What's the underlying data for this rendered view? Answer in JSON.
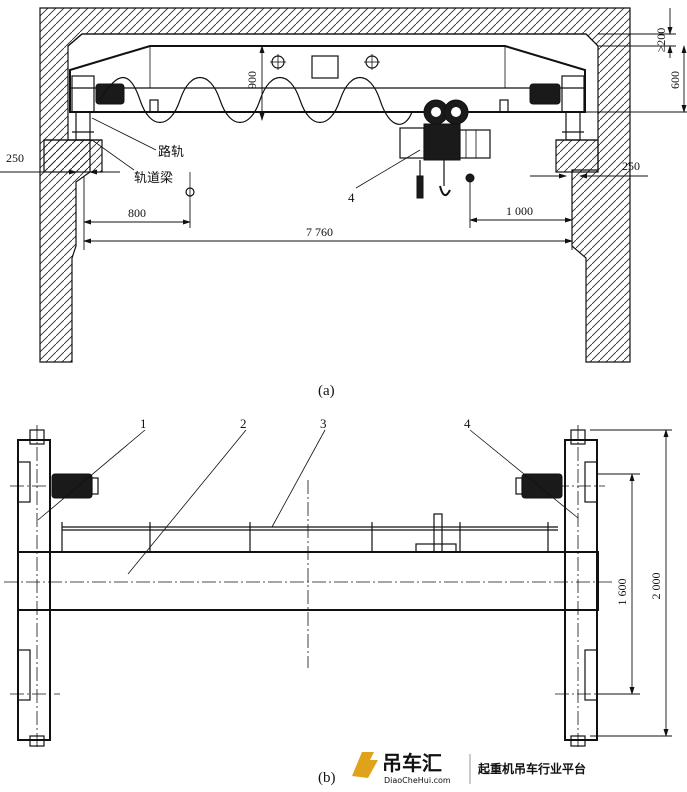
{
  "figure_a": {
    "caption": "(a)",
    "labels": {
      "rail": "路轨",
      "rail_beam": "轨道梁",
      "part4": "4"
    },
    "dims": {
      "clearance_top": "≥200",
      "bridge_height": "600",
      "hoist_travel": "900",
      "left_offset": "250",
      "right_offset": "250",
      "left_hook_limit": "800",
      "right_hook_limit": "1 000",
      "span": "7 760"
    }
  },
  "figure_b": {
    "caption": "(b)",
    "labels": {
      "p1": "1",
      "p2": "2",
      "p3": "3",
      "p4": "4"
    },
    "dims": {
      "wheel_base": "1 600",
      "end_carriage_length": "2 000"
    }
  },
  "watermark": {
    "brand": "吊车汇",
    "url": "DiaoCheHui.com",
    "slogan": "起重机吊车行业平台"
  }
}
